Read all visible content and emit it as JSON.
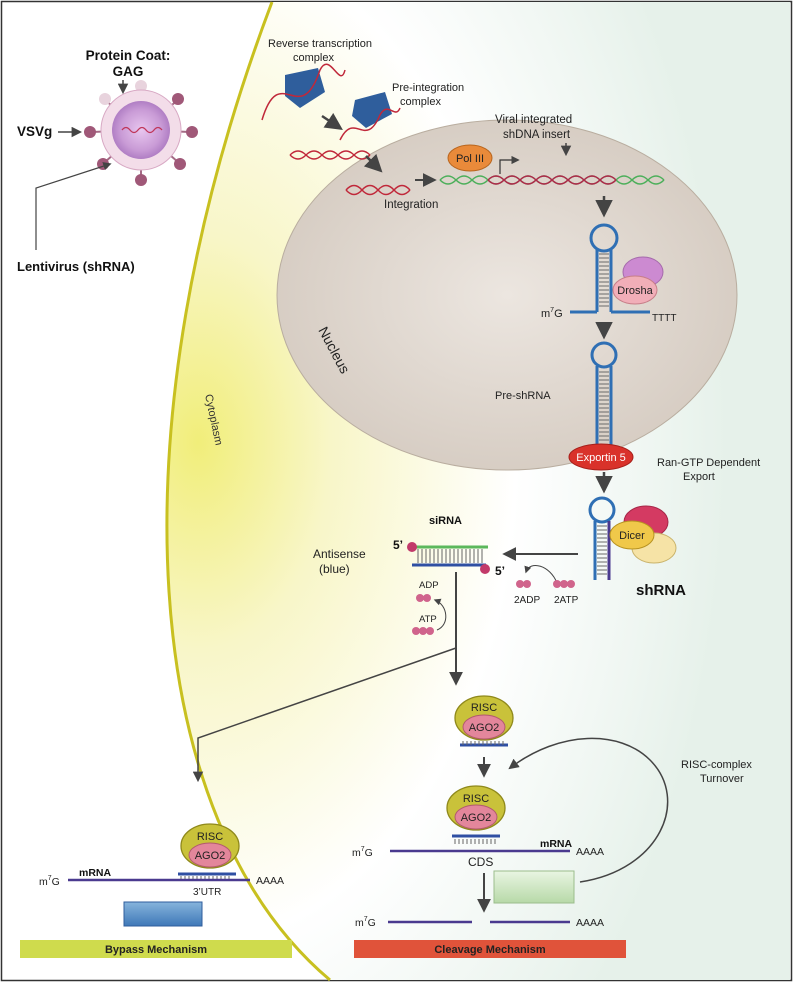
{
  "virus": {
    "coat_label_line1": "Protein Coat:",
    "coat_label_line2": "GAG",
    "vsvg_label": "VSVg",
    "lentivirus_label": "Lentivirus (shRNA)"
  },
  "compartments": {
    "cytoplasm": "Cytoplasm",
    "nucleus": "Nucleus"
  },
  "nuclear_steps": {
    "rt_complex_line1": "Reverse transcription",
    "rt_complex_line2": "complex",
    "pic_line1": "Pre-integration",
    "pic_line2": "complex",
    "viral_insert_line1": "Viral integrated",
    "viral_insert_line2": "shDNA insert",
    "pol3": "Pol III",
    "integration": "Integration",
    "drosha": "Drosha",
    "m7g": "m",
    "m7g_sup": "7",
    "m7g_g": "G",
    "tttt": "TTTT",
    "pre_shrna": "Pre-shRNA",
    "exportin": "Exportin 5",
    "ran_line1": "Ran-GTP Dependent",
    "ran_line2": "Export"
  },
  "cyto_steps": {
    "dicer": "Dicer",
    "shrna": "shRNA",
    "sirna": "siRNA",
    "five_prime": "5’",
    "antisense_line1": "Antisense",
    "antisense_line2": "(blue)",
    "adp": "ADP",
    "atp": "ATP",
    "two_adp": "2ADP",
    "two_atp": "2ATP"
  },
  "risc": {
    "risc": "RISC",
    "ago2": "AGO2",
    "turnover_line1": "RISC-complex",
    "turnover_line2": "Turnover"
  },
  "mrna": {
    "mrna": "mRNA",
    "aaaa": "AAAA",
    "utr": "3’UTR",
    "cds": "CDS"
  },
  "mechanisms": {
    "bypass": "Bypass Mechanism",
    "cleavage": "Cleavage Mechanism"
  },
  "colors": {
    "bypass_bar": "#cfdb4d",
    "cleavage_bar": "#e0533a",
    "nucleus_fill": "#ddd5cd",
    "membrane": "#c8c020",
    "risc_outer": "#c9c23a",
    "ago2": "#e3869b",
    "exportin": "#d9322a",
    "dicer": "#f0c84a",
    "pol3": "#e98a3a"
  }
}
